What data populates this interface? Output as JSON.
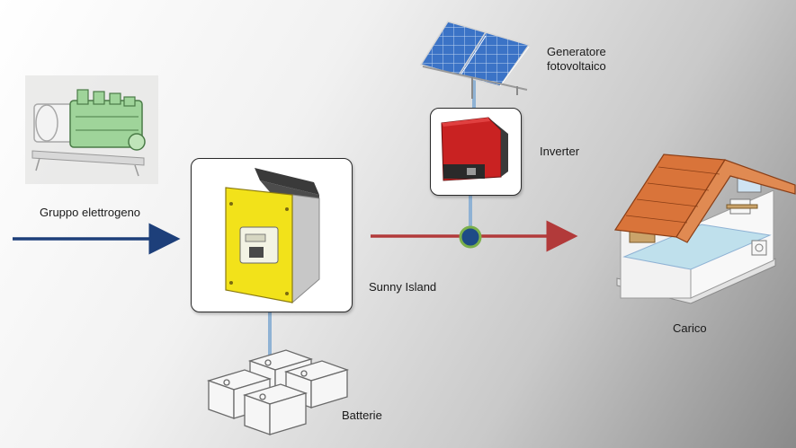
{
  "labels": {
    "generator_group": "Gruppo elettrogeno",
    "pv_generator": "Generatore fotovoltaico",
    "inverter": "Inverter",
    "sunny_island": "Sunny Island",
    "load": "Carico",
    "batteries": "Batterie"
  },
  "colors": {
    "dc_line": "#1d3f7a",
    "ac_line": "#b23a3a",
    "battery_link": "#8fb2d4",
    "pv_link": "#8fb2d4",
    "junction": "#1e4b86",
    "junction_ring": "#7bb04a",
    "sunny_island_yellow": "#f2e21a",
    "inverter_red": "#c92222",
    "generator_green": "#9fd49a",
    "roof": "#d9743a",
    "panel_blue": "#3b73c6"
  },
  "icons": {
    "generator": "diesel-generator-icon",
    "pv": "solar-panel-icon",
    "inverter": "inverter-icon",
    "sunny_island": "sunny-island-icon",
    "house": "house-icon",
    "batteries": "battery-bank-icon",
    "junction": "junction-node-icon"
  }
}
